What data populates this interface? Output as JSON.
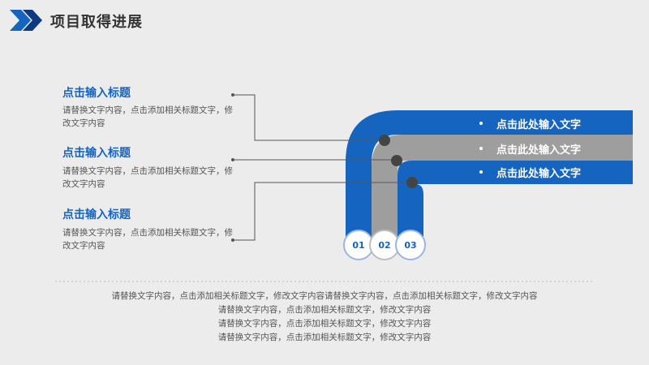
{
  "header": {
    "title": "项目取得进展"
  },
  "items": [
    {
      "title": "点击输入标题",
      "desc": "请替换文字内容，点击添加相关标题文字，修改文字内容"
    },
    {
      "title": "点击输入标题",
      "desc": "请替换文字内容，点击添加相关标题文字，修改文字内容"
    },
    {
      "title": "点击输入标题",
      "desc": "请替换文字内容，点击添加相关标题文字，修改文字内容"
    }
  ],
  "bands": [
    {
      "label": "点击此处输入文字",
      "color": "#1565c0"
    },
    {
      "label": "点击此处输入文字",
      "color": "#9e9e9e"
    },
    {
      "label": "点击此处输入文字",
      "color": "#1565c0"
    }
  ],
  "numbers": [
    "01",
    "02",
    "03"
  ],
  "footer": {
    "lines": [
      "请替换文字内容，点击添加相关标题文字，修改文字内容请替换文字内容，点击添加相关标题文字，修改文字内容",
      "请替换文字内容，点击添加相关标题文字，修改文字内容",
      "请替换文字内容，点击添加相关标题文字，修改文字内容",
      "请替换文字内容，点击添加相关标题文字，修改文字内容"
    ]
  },
  "colors": {
    "accent": "#1565c0",
    "accent_dark": "#0d3a80",
    "gray_band": "#9e9e9e",
    "background": "#ececec"
  }
}
